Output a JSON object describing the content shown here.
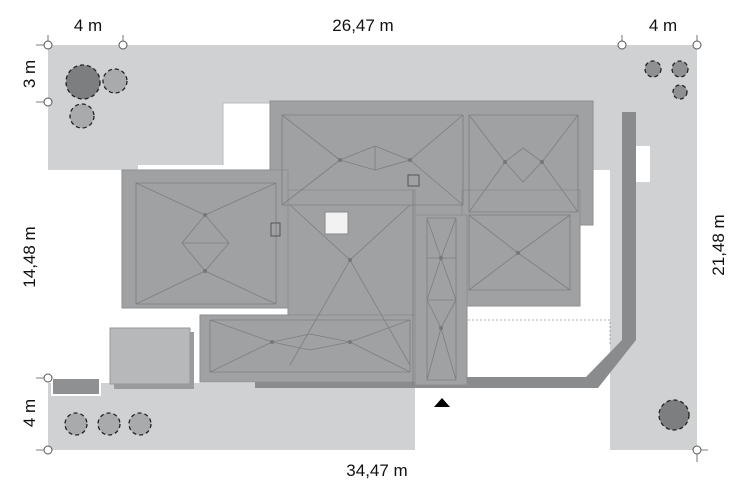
{
  "dimensions": {
    "top_left": "4 m",
    "top_middle": "26,47 m",
    "top_right": "4 m",
    "left_top": "3 m",
    "left_middle": "14,48 m",
    "left_bottom": "4 m",
    "right": "21,48 m",
    "bottom": "34,47 m"
  },
  "colors": {
    "plot": "#d0d1d3",
    "roof": "#a0a1a3",
    "shadow": "#8a8b8d",
    "tree_dark": "#7d7e80",
    "tree_light": "#a9aaac"
  }
}
